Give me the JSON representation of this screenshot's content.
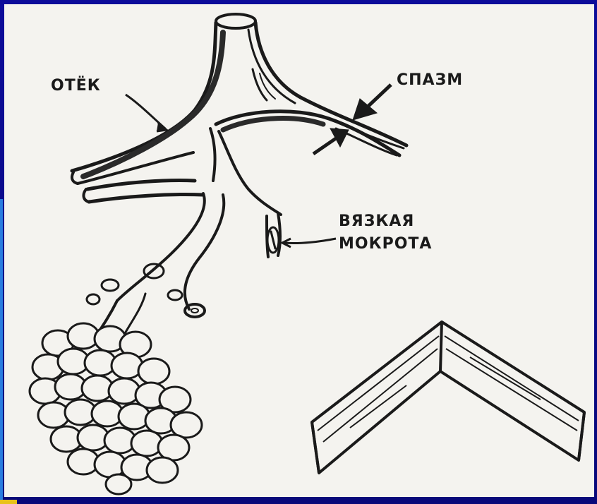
{
  "labels": {
    "edema": "ОТЁК",
    "spasm": "СПАЗМ",
    "mucus_line1": "ВЯЗКАЯ",
    "mucus_line2": "МОКРОТА"
  },
  "colors": {
    "frame": "#0a0a8c",
    "panel": "#f4f3ef",
    "ink": "#1a1a1a",
    "accent_blue": "#2a7de0",
    "accent_yellow": "#e8c21a"
  }
}
